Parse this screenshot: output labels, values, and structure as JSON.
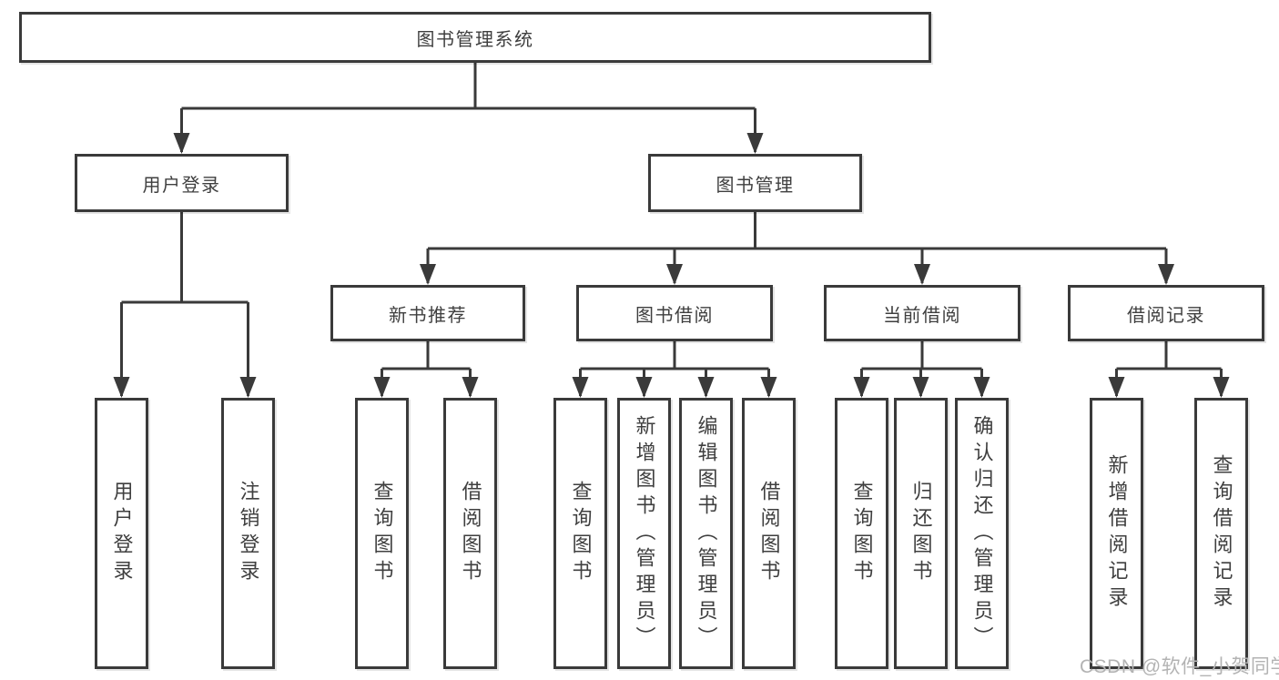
{
  "watermark": "CSDN @软件_小贺同学",
  "colors": {
    "line": "#3a3a3a",
    "text": "#3f3f3f",
    "watermark": "#b3b3b3",
    "background": "#ffffff"
  },
  "tree": {
    "label": "图书管理系统",
    "children": [
      {
        "label": "用户登录",
        "children": [
          {
            "label": "用户登录"
          },
          {
            "label": "注销登录"
          }
        ]
      },
      {
        "label": "图书管理",
        "children": [
          {
            "label": "新书推荐",
            "children": [
              {
                "label": "查询图书"
              },
              {
                "label": "借阅图书"
              }
            ]
          },
          {
            "label": "图书借阅",
            "children": [
              {
                "label": "查询图书"
              },
              {
                "label": "新增图书（管理员）"
              },
              {
                "label": "编辑图书（管理员）"
              },
              {
                "label": "借阅图书"
              }
            ]
          },
          {
            "label": "当前借阅",
            "children": [
              {
                "label": "查询图书"
              },
              {
                "label": "归还图书"
              },
              {
                "label": "确认归还（管理员）"
              }
            ]
          },
          {
            "label": "借阅记录",
            "children": [
              {
                "label": "新增借阅记录"
              },
              {
                "label": "查询借阅记录"
              }
            ]
          }
        ]
      }
    ]
  }
}
